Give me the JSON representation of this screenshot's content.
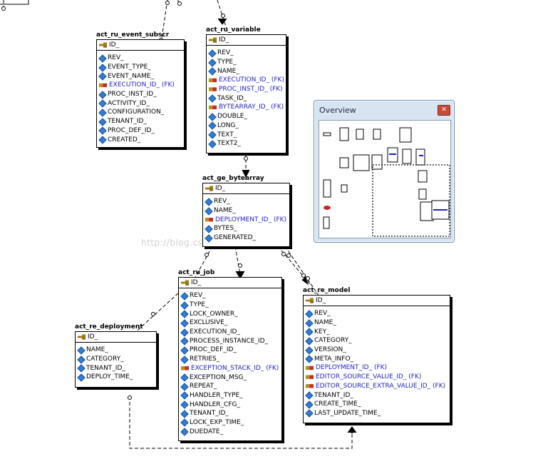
{
  "tables": [
    {
      "id": "act_ru_event_subscr",
      "title": "act_ru_event_subscr",
      "pk": "ID_",
      "rows": [
        {
          "text": "REV_",
          "fk": false
        },
        {
          "text": "EVENT_TYPE_",
          "fk": false
        },
        {
          "text": "EVENT_NAME_",
          "fk": false
        },
        {
          "text": "EXECUTION_ID_ (FK)",
          "fk": true
        },
        {
          "text": "PROC_INST_ID_",
          "fk": false
        },
        {
          "text": "ACTIVITY_ID_",
          "fk": false
        },
        {
          "text": "CONFIGURATION_",
          "fk": false
        },
        {
          "text": "TENANT_ID_",
          "fk": false
        },
        {
          "text": "PROC_DEF_ID_",
          "fk": false
        },
        {
          "text": "CREATED_",
          "fk": false
        }
      ]
    },
    {
      "id": "act_ru_variable",
      "title": "act_ru_variable",
      "pk": "ID_",
      "rows": [
        {
          "text": "REV_",
          "fk": false
        },
        {
          "text": "TYPE_",
          "fk": false
        },
        {
          "text": "NAME_",
          "fk": false
        },
        {
          "text": "EXECUTION_ID_ (FK)",
          "fk": true
        },
        {
          "text": "PROC_INST_ID_ (FK)",
          "fk": true
        },
        {
          "text": "TASK_ID_",
          "fk": false
        },
        {
          "text": "BYTEARRAY_ID_ (FK)",
          "fk": true
        },
        {
          "text": "DOUBLE_",
          "fk": false
        },
        {
          "text": "LONG_",
          "fk": false
        },
        {
          "text": "TEXT_",
          "fk": false
        },
        {
          "text": "TEXT2_",
          "fk": false
        }
      ]
    },
    {
      "id": "act_ge_bytearray",
      "title": "act_ge_bytearray",
      "pk": "ID_",
      "rows": [
        {
          "text": "REV_",
          "fk": false
        },
        {
          "text": "NAME_",
          "fk": false
        },
        {
          "text": "DEPLOYMENT_ID_ (FK)",
          "fk": true
        },
        {
          "text": "BYTES_",
          "fk": false
        },
        {
          "text": "GENERATED_",
          "fk": false
        }
      ]
    },
    {
      "id": "act_ru_job",
      "title": "act_ru_job",
      "pk": "ID_",
      "rows": [
        {
          "text": "REV_",
          "fk": false
        },
        {
          "text": "TYPE_",
          "fk": false
        },
        {
          "text": "LOCK_OWNER_",
          "fk": false
        },
        {
          "text": "EXCLUSIVE_",
          "fk": false
        },
        {
          "text": "EXECUTION_ID_",
          "fk": false
        },
        {
          "text": "PROCESS_INSTANCE_ID_",
          "fk": false
        },
        {
          "text": "PROC_DEF_ID_",
          "fk": false
        },
        {
          "text": "RETRIES_",
          "fk": false
        },
        {
          "text": "EXCEPTION_STACK_ID_ (FK)",
          "fk": true
        },
        {
          "text": "EXCEPTION_MSG_",
          "fk": false
        },
        {
          "text": "REPEAT_",
          "fk": false
        },
        {
          "text": "HANDLER_TYPE_",
          "fk": false
        },
        {
          "text": "HANDLER_CFG_",
          "fk": false
        },
        {
          "text": "TENANT_ID_",
          "fk": false
        },
        {
          "text": "LOCK_EXP_TIME_",
          "fk": false
        },
        {
          "text": "DUEDATE_",
          "fk": false
        }
      ]
    },
    {
      "id": "act_re_deployment",
      "title": "act_re_deployment",
      "pk": "ID_",
      "rows": [
        {
          "text": "NAME_",
          "fk": false
        },
        {
          "text": "CATEGORY_",
          "fk": false
        },
        {
          "text": "TENANT_ID_",
          "fk": false
        },
        {
          "text": "DEPLOY_TIME_",
          "fk": false
        }
      ]
    },
    {
      "id": "act_re_model",
      "title": "act_re_model",
      "pk": "ID_",
      "rows": [
        {
          "text": "REV_",
          "fk": false
        },
        {
          "text": "NAME_",
          "fk": false
        },
        {
          "text": "KEY_",
          "fk": false
        },
        {
          "text": "CATEGORY_",
          "fk": false
        },
        {
          "text": "VERSION_",
          "fk": false
        },
        {
          "text": "META_INFO_",
          "fk": false
        },
        {
          "text": "DEPLOYMENT_ID_ (FK)",
          "fk": true
        },
        {
          "text": "EDITOR_SOURCE_VALUE_ID_ (FK)",
          "fk": true
        },
        {
          "text": "EDITOR_SOURCE_EXTRA_VALUE_ID_ (FK)",
          "fk": true
        },
        {
          "text": "TENANT_ID_",
          "fk": false
        },
        {
          "text": "CREATE_TIME_",
          "fk": false
        },
        {
          "text": "LAST_UPDATE_TIME_",
          "fk": false
        }
      ]
    }
  ],
  "overview": {
    "title": "Overview",
    "close_icon": "close-icon"
  },
  "watermark": "http://blog.csdn.net/..."
}
